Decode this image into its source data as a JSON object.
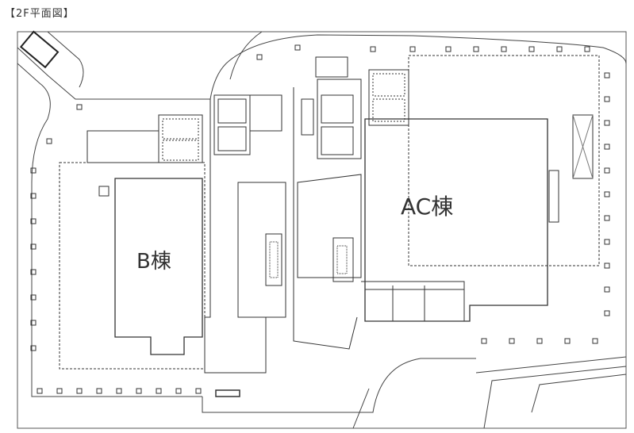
{
  "title": "【2F平面図】",
  "buildings": {
    "b": "B棟",
    "ac": "AC棟"
  },
  "colors": {
    "line": "#333333",
    "light": "#888888",
    "background": "#ffffff"
  }
}
